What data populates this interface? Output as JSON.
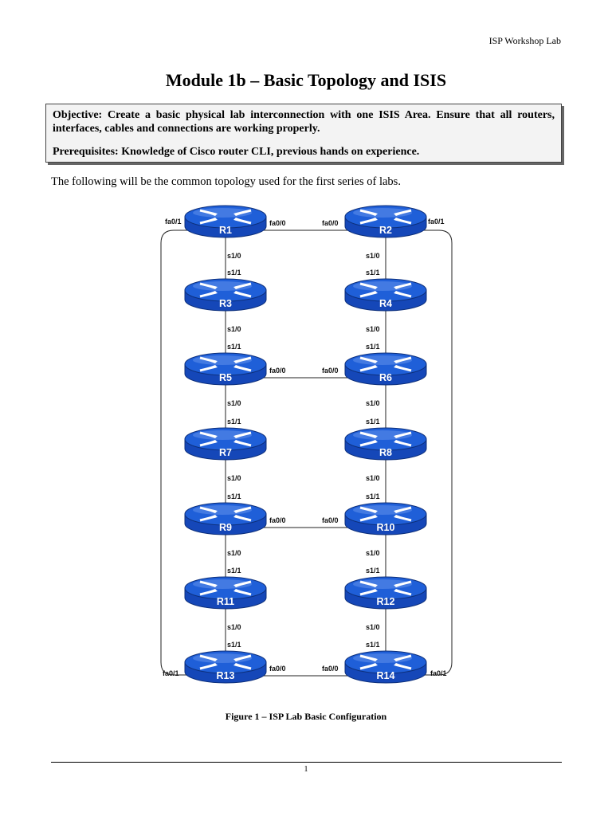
{
  "header": {
    "text": "ISP Workshop Lab"
  },
  "title": "Module 1b – Basic Topology and ISIS",
  "objective_box": {
    "objective": "Objective: Create a basic physical lab interconnection with one ISIS Area. Ensure that all routers, interfaces, cables and connections are working properly.",
    "prerequisites": "Prerequisites: Knowledge of Cisco router CLI, previous hands on experience."
  },
  "intro_text": "The following will be the common topology used for the first series of labs.",
  "diagram": {
    "routers": [
      {
        "id": "r1",
        "label": "R1"
      },
      {
        "id": "r2",
        "label": "R2"
      },
      {
        "id": "r3",
        "label": "R3"
      },
      {
        "id": "r4",
        "label": "R4"
      },
      {
        "id": "r5",
        "label": "R5"
      },
      {
        "id": "r6",
        "label": "R6"
      },
      {
        "id": "r7",
        "label": "R7"
      },
      {
        "id": "r8",
        "label": "R8"
      },
      {
        "id": "r9",
        "label": "R9"
      },
      {
        "id": "r10",
        "label": "R10"
      },
      {
        "id": "r11",
        "label": "R11"
      },
      {
        "id": "r12",
        "label": "R12"
      },
      {
        "id": "r13",
        "label": "R13"
      },
      {
        "id": "r14",
        "label": "R14"
      }
    ],
    "interface_labels": {
      "fa01": "fa0/1",
      "fa00": "fa0/0",
      "s10": "s1/0",
      "s11": "s1/1"
    },
    "icon_color": "#1f5fd8"
  },
  "caption": "Figure 1 – ISP Lab Basic Configuration",
  "page_number": "1"
}
